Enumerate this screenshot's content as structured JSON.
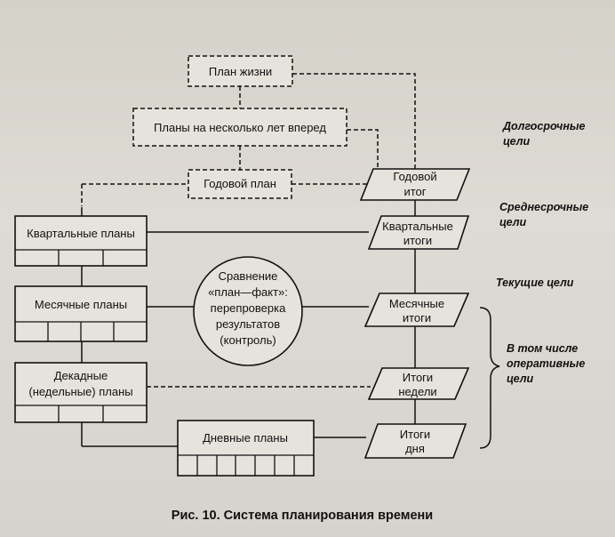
{
  "boxes": {
    "life_plan": "План жизни",
    "multi_year": "Планы на несколько лет вперед",
    "annual_plan": "Годовой план",
    "quarterly_plans": "Квартальные планы",
    "monthly_plans": "Месячные планы",
    "decade_line1": "Декадные",
    "decade_line2": "(недельные) планы",
    "daily_plans": "Дневные планы"
  },
  "results": {
    "annual_1": "Годовой",
    "annual_2": "итог",
    "quarterly_1": "Квартальные",
    "quarterly_2": "итоги",
    "monthly_1": "Месячные",
    "monthly_2": "итоги",
    "weekly_1": "Итоги",
    "weekly_2": "недели",
    "daily_1": "Итоги",
    "daily_2": "дня"
  },
  "control": {
    "line1": "Сравнение",
    "line2": "«план—факт»:",
    "line3": "перепроверка",
    "line4": "результатов",
    "line5": "(контроль)"
  },
  "side_labels": {
    "longterm_1": "Долгосрочные",
    "longterm_2": "цели",
    "midterm_1": "Среднесрочные",
    "midterm_2": "цели",
    "current": "Текущие цели",
    "operative_1": "В том числе",
    "operative_2": "оперативные",
    "operative_3": "цели"
  },
  "caption": "Рис. 10. Система планирования времени"
}
